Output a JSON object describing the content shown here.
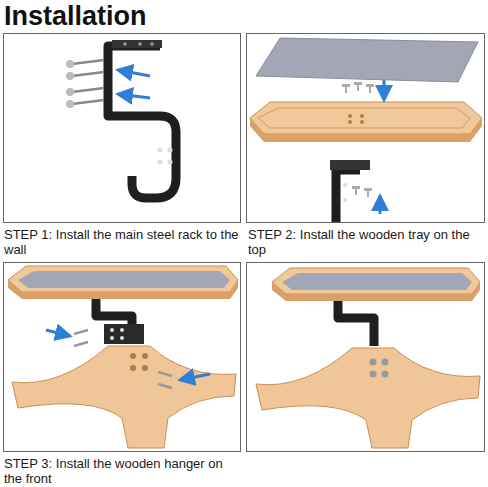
{
  "diagram": {
    "title": "Installation",
    "labels": [
      "STEP 1: Install the main steel rack to the wall",
      "STEP 2: Install the wooden tray on the top",
      "STEP 3: Install the wooden hanger on the front"
    ]
  }
}
